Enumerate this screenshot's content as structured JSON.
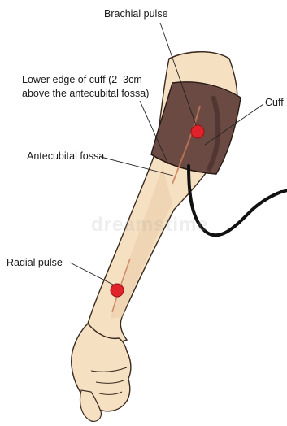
{
  "labels": {
    "brachial_pulse": "Brachial pulse",
    "cuff_edge_line1": "Lower edge of cuff (2–3cm",
    "cuff_edge_line2": "above the antecubital fossa)",
    "cuff": "Cuff",
    "antecubital_fossa": "Antecubital fossa",
    "radial_pulse": "Radial pulse"
  },
  "watermark": "dreamstime",
  "colors": {
    "skin": "#f6e0c2",
    "skin_shadow": "#e9c9a3",
    "outline": "#3a2a20",
    "cuff": "#6b4a43",
    "cuff_dark": "#4a302b",
    "pulse_marker": "#e0232a",
    "tube": "#111111",
    "leader_line": "#222222"
  }
}
